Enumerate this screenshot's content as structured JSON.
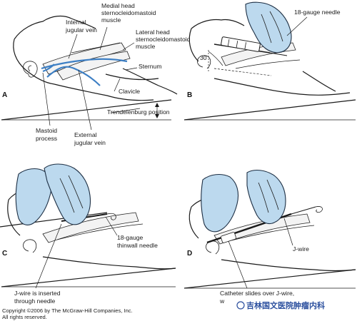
{
  "panels": {
    "a": {
      "letter": "A",
      "internal_jugular_vein": [
        "Internal",
        "jugular vein"
      ],
      "medial_head_scm": [
        "Medial head",
        "sternocleidomastoid",
        "muscle"
      ],
      "lateral_head_scm": [
        "Lateral head",
        "sternocleidomastoid",
        "muscle"
      ],
      "sternum": "Sternum",
      "clavicle": "Clavicle",
      "trendelenburg": "Trendelenburg position",
      "mastoid_process": [
        "Mastoid",
        "process"
      ],
      "external_jugular_vein": [
        "External",
        "jugular vein"
      ]
    },
    "b": {
      "letter": "B",
      "needle": "18-gauge needle",
      "angle": "30"
    },
    "c": {
      "letter": "C",
      "needle": [
        "18-gauge",
        "thinwall needle"
      ],
      "jwire_inserted": [
        "J-wire is inserted",
        "through needle"
      ]
    },
    "d": {
      "letter": "D",
      "jwire": "J-wire",
      "catheter": [
        "Catheter slides over J-wire,",
        "w"
      ]
    }
  },
  "footer": {
    "copyright_line1": "Copyright ©2006 by The McGraw-Hill Companies, Inc.",
    "copyright_line2": "All rights reserved.",
    "watermark": "吉林国文医院肿瘤内科"
  },
  "colors": {
    "vein": "#3d7fc4",
    "glove": "#bcd9ee",
    "watermark": "#2b4f9e"
  }
}
